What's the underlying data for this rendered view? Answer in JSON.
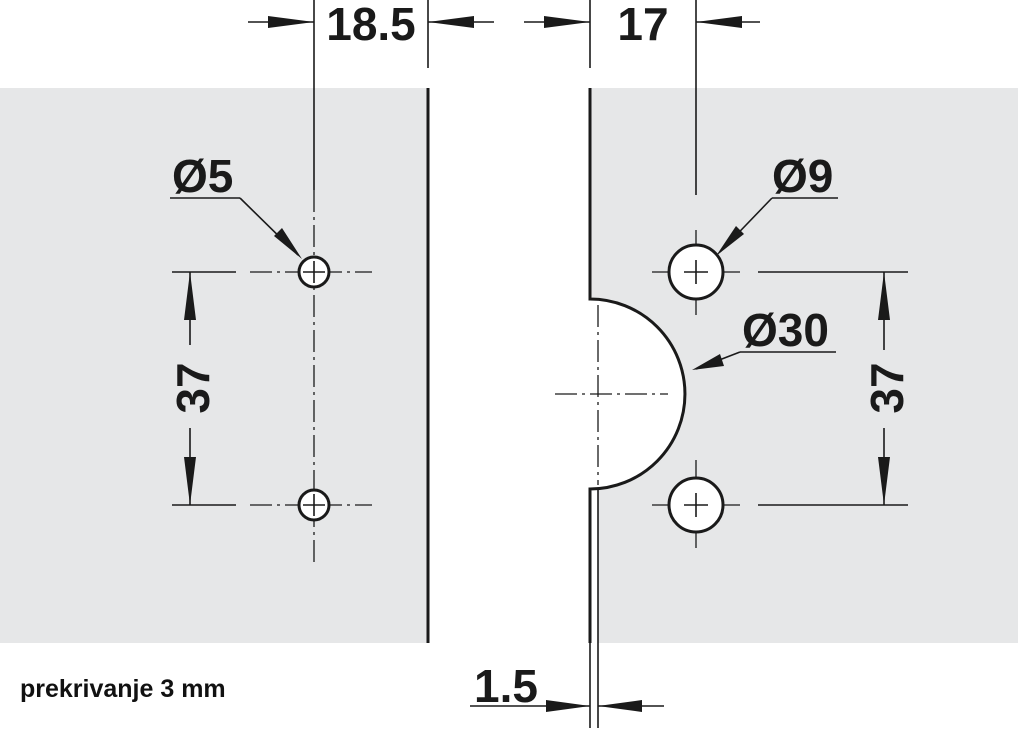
{
  "colors": {
    "panel": "#e6e7e8",
    "ink": "#1a1a1a",
    "background": "#ffffff",
    "hole_fill": "#ffffff"
  },
  "dimensions": {
    "left_edge_offset": "18.5",
    "right_edge_offset": "17",
    "left_hole_diameter": "Ø5",
    "right_hole_diameter": "Ø9",
    "cup_diameter": "Ø30",
    "left_hole_spacing": "37",
    "right_hole_spacing": "37",
    "gap": "1.5"
  },
  "caption": "prekrivanje 3 mm"
}
